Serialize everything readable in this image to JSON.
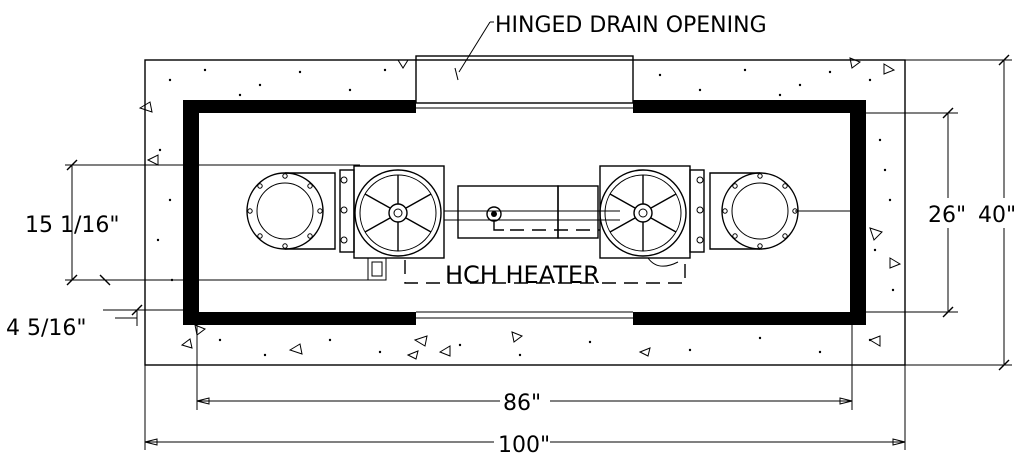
{
  "labels": {
    "drain_opening": "HINGED DRAIN OPENING",
    "heater": "HCH HEATER",
    "dim_pipe_height": "15 1/16\"",
    "dim_pipe_offset": "4 5/16\"",
    "dim_inner_width": "86\"",
    "dim_outer_width": "100\"",
    "dim_inner_height": "26\"",
    "dim_outer_height": "40\""
  }
}
